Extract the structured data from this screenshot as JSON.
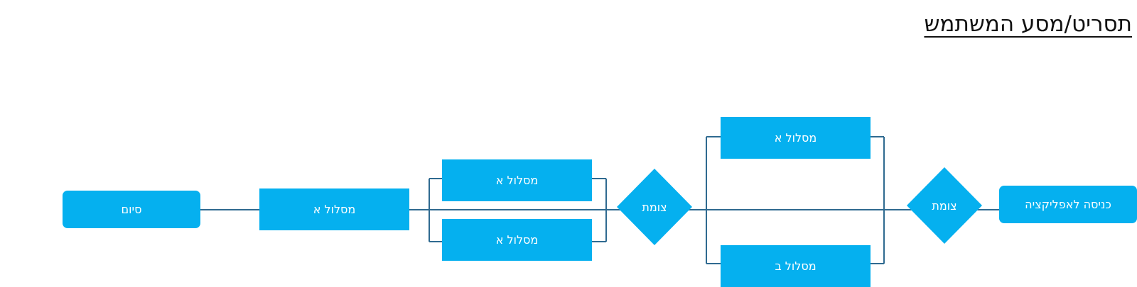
{
  "title": "תסריט/מסע המשתמש",
  "colors": {
    "node_fill": "#05b0ef",
    "connector": "#2f6a90",
    "text": "#ffffff"
  },
  "nodes": {
    "start": "כניסה לאפליקציה",
    "decision_1": "צומת",
    "upper_path_a": "מסלול א",
    "lower_path_b": "מסלול ב",
    "decision_2": "צומת",
    "upper_path_a_2": "מסלול א",
    "lower_path_a_2": "מסלול א",
    "merged_path_a": "מסלול א",
    "end": "סיום"
  }
}
